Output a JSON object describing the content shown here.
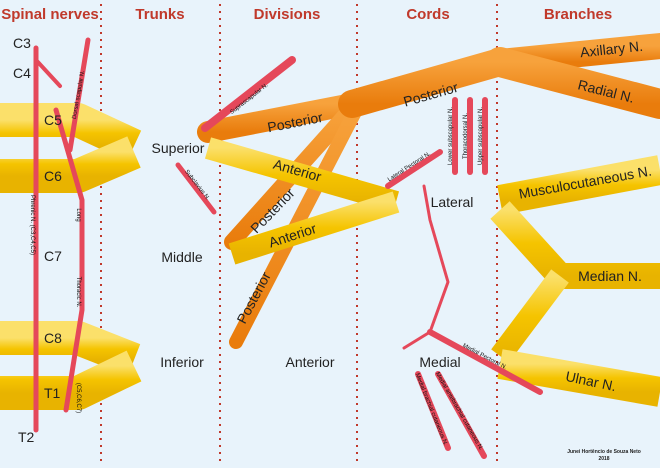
{
  "headers": {
    "spinal_nerves": "Spinal nerves",
    "trunks": "Trunks",
    "divisions": "Divisions",
    "cords": "Cords",
    "branches": "Branches"
  },
  "roots": {
    "c3": "C3",
    "c4": "C4",
    "c5": "C5",
    "c6": "C6",
    "c7": "C7",
    "c8": "C8",
    "t1": "T1",
    "t2": "T2"
  },
  "trunks": {
    "superior": "Superior",
    "middle": "Middle",
    "inferior": "Inferior"
  },
  "divisions": {
    "posterior_top": "Posterior",
    "anterior_top": "Anterior",
    "posterior_middle": "Posterior",
    "anterior_middle": "Anterior",
    "posterior_bottom": "Posterior",
    "anterior_bottom": "Anterior"
  },
  "cords": {
    "posterior": "Posterior",
    "lateral": "Lateral",
    "medial": "Medial"
  },
  "branches": {
    "axillary": "Axillary N.",
    "radial": "Radial N.",
    "musculocutaneous": "Musculocutaneous N.",
    "median": "Median N.",
    "ulnar": "Ulnar N."
  },
  "small_nerves": {
    "dorsal_scapular": "Dorsal scapular N.",
    "suprascapular": "Suprascapular N.",
    "subclavius": "Subclavius N.",
    "long_thoracic": "Long",
    "thoracic": "Thoracic N.",
    "phrenic": "Phrenic N. (C3,C4,C5)",
    "phrenic_roots": "(C5,C6,C7)",
    "lower_subscapular": "Lower subscapular N.",
    "thoracodorsal": "Thoracodorsal N.",
    "upper_subscapular": "Upper subscapular N.",
    "lateral_pectoral": "Lateral Pectoral N.",
    "medial_pectoral": "Medial Pectoral N.",
    "medial_brachial_cutaneous": "Medial brachial cutaneous N.",
    "medial_antebrachial_cutaneous": "Medial antebrachial cutaneous N."
  },
  "credit": {
    "author": "Junei Hortêncio de Souza Neto",
    "year": "2018"
  },
  "colors": {
    "background": "#e8f3fb",
    "divider": "#c0392b",
    "header_text": "#c0392b",
    "trunk_yellow": "#f5c400",
    "trunk_yellow_light": "#f9d949",
    "posterior_orange": "#f08a14",
    "small_nerve_red": "#e5485a"
  }
}
